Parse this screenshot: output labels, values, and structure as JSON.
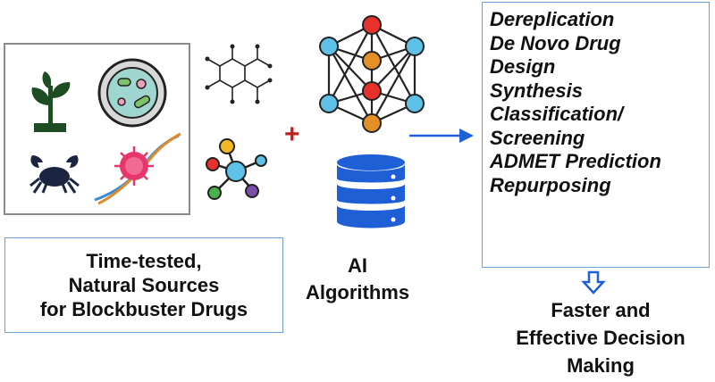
{
  "sources": {
    "caption": [
      "Time-tested,",
      "Natural Sources",
      "for Blockbuster Drugs"
    ]
  },
  "ai": {
    "label": [
      "AI",
      "Algorithms"
    ]
  },
  "applications": {
    "items": [
      "Dereplication",
      "De Novo Drug\nDesign",
      "Synthesis",
      "Classification/\nScreening",
      "ADMET Prediction",
      "Repurposing"
    ]
  },
  "outcome": {
    "text": [
      "Faster and",
      "Effective Decision",
      "Making"
    ]
  },
  "colors": {
    "box_border": "#6aa0d8",
    "arrow": "#1f5fd6",
    "plus": "#c0201f",
    "node_red": "#e8312a",
    "node_orange": "#e39127",
    "node_blue": "#5ec2e6",
    "database": "#1f5fd6"
  },
  "icons": [
    "plant-icon",
    "petri-dish-icon",
    "crab-icon",
    "virus-dna-icon",
    "chemical-structure-icon",
    "molecule-icon",
    "neural-network-icon",
    "database-icon",
    "arrow-right-icon",
    "arrow-down-icon"
  ]
}
